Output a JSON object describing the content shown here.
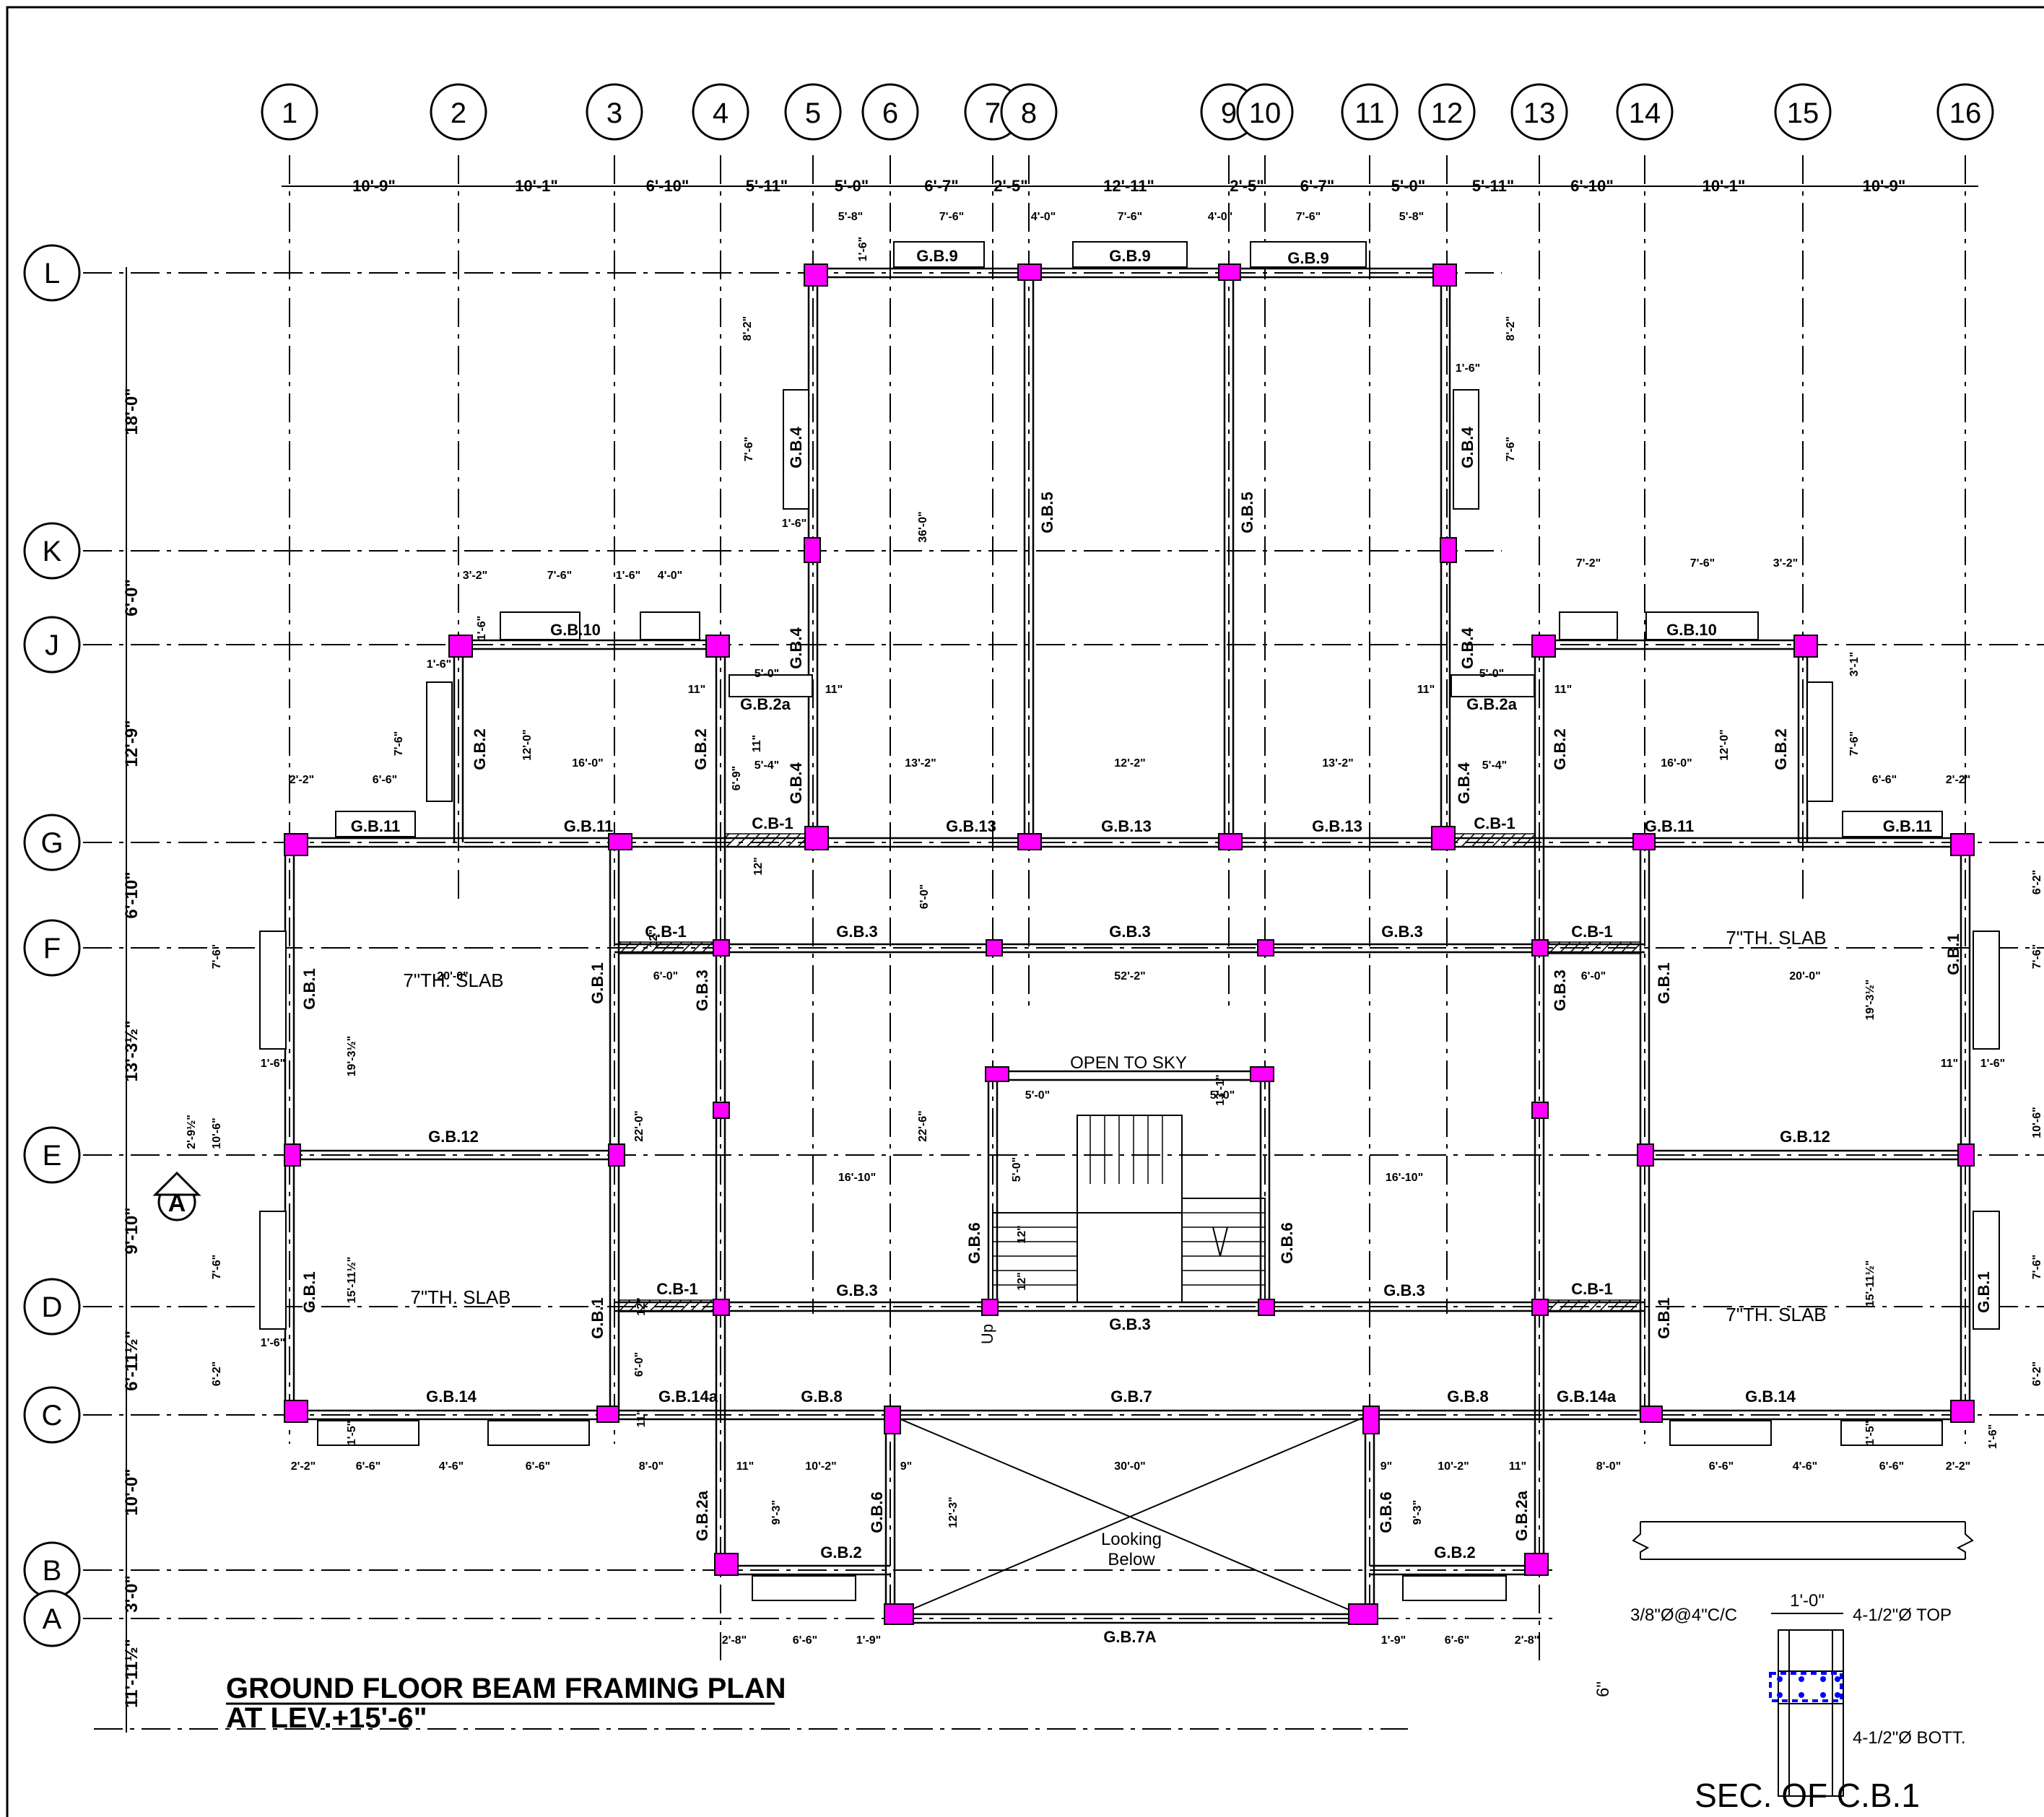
{
  "drawing": {
    "title": "GROUND FLOOR BEAM FRAMING PLAN",
    "subtitle": "AT LEV.+15'-6\"",
    "section_title": "SEC. OF C.B.1",
    "section_notes": {
      "stirrup": "3/8\"Ø@4\"C/C",
      "top": "4-1/2\"Ø TOP",
      "bottom": "4-1/2\"Ø BOTT.",
      "width": "1'-0\"",
      "depth": "6\""
    },
    "section_marker": "A"
  },
  "grid_columns": [
    "1",
    "2",
    "3",
    "4",
    "5",
    "6",
    "7",
    "8",
    "9",
    "10",
    "11",
    "12",
    "13",
    "14",
    "15",
    "16"
  ],
  "grid_rows": [
    "L",
    "K",
    "J",
    "G",
    "F",
    "E",
    "D",
    "C",
    "B",
    "A"
  ],
  "top_dims": [
    "10'-9\"",
    "10'-1\"",
    "6'-10\"",
    "5'-11\"",
    "5'-0\"",
    "6'-7\"",
    "2'-5\"",
    "12'-11\"",
    "2'-5\"",
    "6'-7\"",
    "5'-0\"",
    "5'-11\"",
    "6'-10\"",
    "10'-1\"",
    "10'-9\""
  ],
  "left_dims": [
    "18'-0\"",
    "6'-0\"",
    "12'-9\"",
    "6'-10\"",
    "13'-3½\"",
    "9'-10\"",
    "6'-11½\"",
    "10'-0\"",
    "3'-0\"",
    "11'-11½\""
  ],
  "beams": {
    "gb9": "G.B.9",
    "gb10": "G.B.10",
    "gb11": "G.B.11",
    "gb13": "G.B.13",
    "gb3": "G.B.3",
    "gb12": "G.B.12",
    "gb14": "G.B.14",
    "gb14a": "G.B.14a",
    "gb8": "G.B.8",
    "gb7": "G.B.7",
    "gb7a": "G.B.7A",
    "gb2": "G.B.2",
    "gb2a": "G.B.2a",
    "gb4": "G.B.4",
    "gb5": "G.B.5",
    "gb6": "G.B.6",
    "gb1": "G.B.1",
    "cb1": "C.B-1"
  },
  "labels": {
    "slab": "7\"TH. SLAB",
    "open": "OPEN TO SKY",
    "looking1": "Looking",
    "looking2": "Below",
    "up": "Up"
  },
  "inner_dims": {
    "d1": "5'-8\"",
    "d2": "7'-6\"",
    "d3": "4'-0\"",
    "d4": "3'-2\"",
    "d5": "1'-6\"",
    "d6": "7'-2\"",
    "d7": "16'-0\"",
    "d8": "13'-2\"",
    "d9": "12'-2\"",
    "d10": "5'-4\"",
    "d11": "5'-0\"",
    "d12": "11\"",
    "d13": "20'-0\"",
    "d14": "52'-2\"",
    "d15": "6'-0\"",
    "d16": "16'-10\"",
    "d17": "30'-0\"",
    "d18": "10'-2\"",
    "d19": "2'-2\"",
    "d20": "6'-6\"",
    "d21": "4'-6\"",
    "d22": "8'-0\"",
    "d23": "9\"",
    "d24": "2'-8\"",
    "d25": "1'-9\"",
    "d26": "36'-0\"",
    "d27": "22'-6\"",
    "d28": "22'-0\"",
    "d29": "19'-3½\"",
    "d30": "15'-11½\"",
    "d31": "12'-0\"",
    "d32": "8'-2\"",
    "d33": "12'-3\"",
    "d34": "13'-1\"",
    "d35": "9'-3\"",
    "d36": "10'-6\"",
    "d37": "6'-2\"",
    "d38": "3'-1\"",
    "d39": "12\"",
    "d40": "1'-5\"",
    "d41": "2'-9½\"",
    "d42": "5'-0\"",
    "d43": "6'-9\""
  }
}
